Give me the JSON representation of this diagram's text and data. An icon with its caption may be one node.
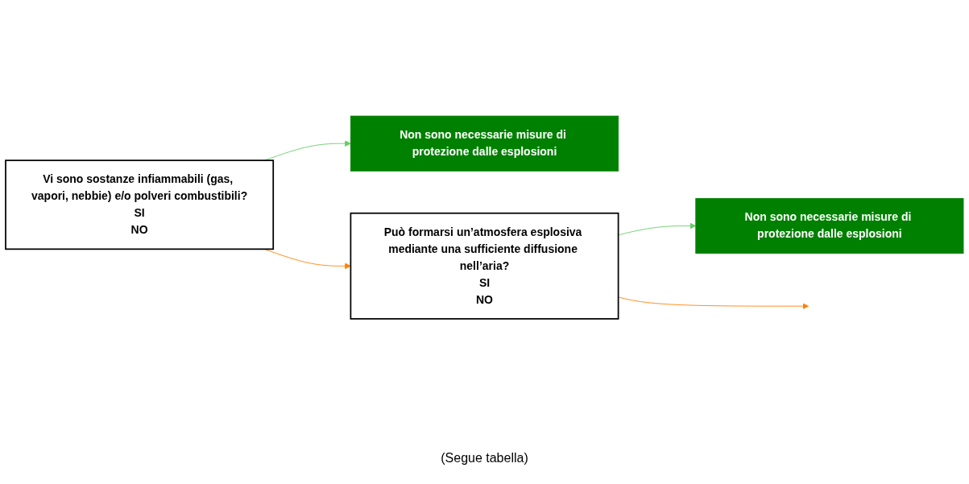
{
  "diagram": {
    "nodes": [
      {
        "text": [
          "Vi sono sostanze infiammabili (gas, vapori, nebbie) e/o polveri combustibili?",
          "SI",
          "NO"
        ]
      },
      {
        "text": [
          "Non sono necessarie misure di protezione dalle esplosioni"
        ]
      },
      {
        "text": [
          "Può formarsi un’atmosfera esplosiva mediante una sufficiente diffusione nell’aria?",
          "SI",
          "NO"
        ]
      },
      {
        "text": [
          "Non sono necessarie misure di protezione dalle esplosioni"
        ]
      }
    ],
    "edges": [
      {
        "from": 0,
        "to": 1,
        "arrow": "to",
        "color": "#66cc66"
      },
      {
        "from": 0,
        "to": 2,
        "arrow": "to",
        "color": "#ff8000"
      },
      {
        "from": 2,
        "to": 3,
        "arrow": "to",
        "color": "#66cc66"
      },
      {
        "from": 2,
        "to": null,
        "arrow": "to",
        "color": "#ff8000"
      }
    ],
    "labels": [
      "(Segue tabella)"
    ]
  }
}
